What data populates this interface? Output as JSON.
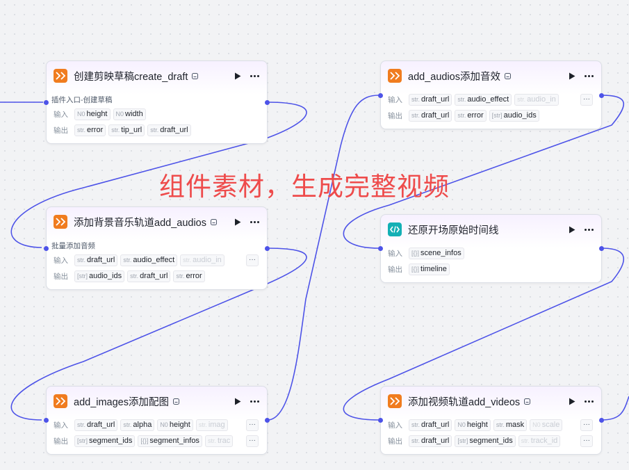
{
  "nodes": {
    "create_draft": {
      "title": "创建剪映草稿create_draft",
      "desc": "插件入口-创建草稿",
      "input_label": "输入",
      "output_label": "输出",
      "inputs": [
        {
          "type": "N0",
          "name": "height"
        },
        {
          "type": "N0",
          "name": "width"
        }
      ],
      "outputs": [
        {
          "type": "str.",
          "name": "error"
        },
        {
          "type": "str.",
          "name": "tip_url"
        },
        {
          "type": "str.",
          "name": "draft_url"
        }
      ]
    },
    "add_audios_bg": {
      "title": "添加背景音乐轨道add_audios",
      "desc": "批量添加音频",
      "input_label": "输入",
      "output_label": "输出",
      "inputs": [
        {
          "type": "str.",
          "name": "draft_url"
        },
        {
          "type": "str.",
          "name": "audio_effect"
        },
        {
          "type": "str.",
          "name": "audio_in"
        }
      ],
      "outputs": [
        {
          "type": "[str]",
          "name": "audio_ids"
        },
        {
          "type": "str.",
          "name": "draft_url"
        },
        {
          "type": "str.",
          "name": "error"
        }
      ],
      "more": "···"
    },
    "add_images": {
      "title": "add_images添加配图",
      "input_label": "输入",
      "output_label": "输出",
      "inputs": [
        {
          "type": "str.",
          "name": "draft_url"
        },
        {
          "type": "str.",
          "name": "alpha"
        },
        {
          "type": "N0",
          "name": "height"
        },
        {
          "type": "str.",
          "name": "imag"
        }
      ],
      "outputs": [
        {
          "type": "[str]",
          "name": "segment_ids"
        },
        {
          "type": "[{}]",
          "name": "segment_infos"
        },
        {
          "type": "str.",
          "name": "trac"
        }
      ],
      "more": "···"
    },
    "add_audios_fx": {
      "title": "add_audios添加音效",
      "input_label": "输入",
      "output_label": "输出",
      "inputs": [
        {
          "type": "str.",
          "name": "draft_url"
        },
        {
          "type": "str.",
          "name": "audio_effect"
        },
        {
          "type": "str.",
          "name": "audio_in"
        }
      ],
      "outputs": [
        {
          "type": "str.",
          "name": "draft_url"
        },
        {
          "type": "str.",
          "name": "error"
        },
        {
          "type": "[str]",
          "name": "audio_ids"
        }
      ],
      "more": "···"
    },
    "restore_timeline": {
      "title": "还原开场原始时间线",
      "input_label": "输入",
      "output_label": "输出",
      "inputs": [
        {
          "type": "[{}]",
          "name": "scene_infos"
        }
      ],
      "outputs": [
        {
          "type": "[{}]",
          "name": "timeline"
        }
      ]
    },
    "add_videos": {
      "title": "添加视频轨道add_videos",
      "input_label": "输入",
      "output_label": "输出",
      "inputs": [
        {
          "type": "str.",
          "name": "draft_url"
        },
        {
          "type": "N0",
          "name": "height"
        },
        {
          "type": "str.",
          "name": "mask"
        },
        {
          "type": "N0",
          "name": "scale"
        }
      ],
      "outputs": [
        {
          "type": "str.",
          "name": "draft_url"
        },
        {
          "type": "[str]",
          "name": "segment_ids"
        },
        {
          "type": "str.",
          "name": "track_id"
        }
      ],
      "more": "···"
    }
  },
  "overlay_caption": "组件素材，生成完整视频",
  "colors": {
    "edge": "#4d53e8",
    "plugin_icon": "#f07c1f",
    "code_icon": "#13b0b5",
    "caption": "#ee4b4b"
  }
}
